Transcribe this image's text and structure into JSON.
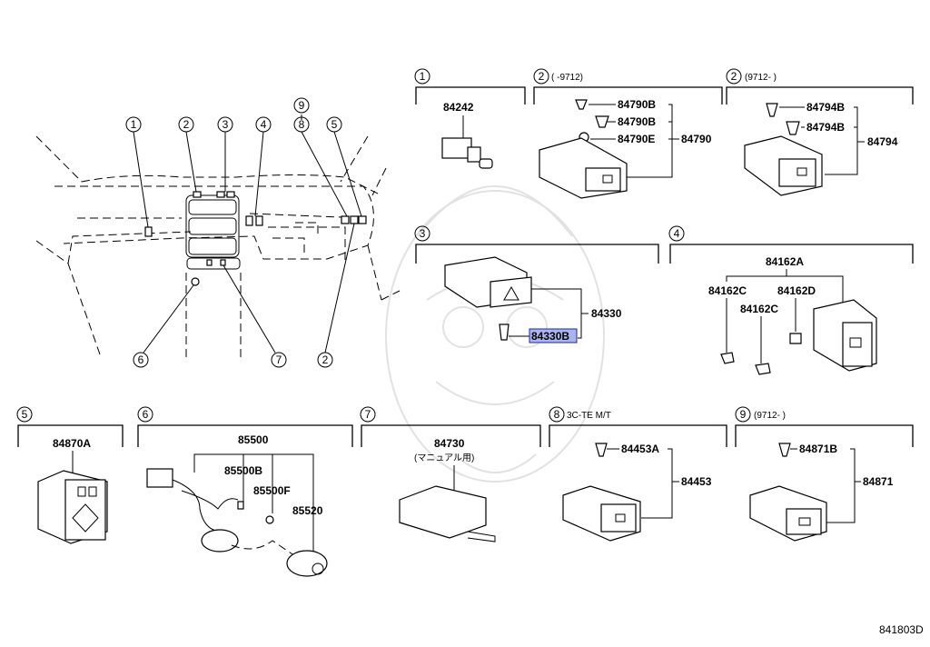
{
  "diagram_code": "841803D",
  "overview": {
    "callouts": [
      "1",
      "2",
      "3",
      "4",
      "9",
      "8",
      "5",
      "6",
      "7",
      "2"
    ]
  },
  "sections": {
    "s1": {
      "num": "1",
      "range": "",
      "parts": [
        "84242"
      ]
    },
    "s2a": {
      "num": "2",
      "range": "(      -9712)",
      "parts": [
        "84790B",
        "84790B",
        "84790E",
        "84790"
      ]
    },
    "s2b": {
      "num": "2",
      "range": "(9712-      )",
      "parts": [
        "84794B",
        "84794B",
        "84794"
      ]
    },
    "s3": {
      "num": "3",
      "range": "",
      "parts": [
        "84330",
        "84330B"
      ]
    },
    "s4": {
      "num": "4",
      "range": "",
      "parts": [
        "84162A",
        "84162C",
        "84162D",
        "84162C"
      ]
    },
    "s5": {
      "num": "5",
      "range": "",
      "parts": [
        "84870A"
      ]
    },
    "s6": {
      "num": "6",
      "range": "",
      "parts": [
        "85500",
        "85500B",
        "85500F",
        "85520"
      ]
    },
    "s7": {
      "num": "7",
      "range": "",
      "parts": [
        "84730"
      ],
      "note": "(マニュアル用)"
    },
    "s8": {
      "num": "8",
      "range": "3C-TE M/T",
      "parts": [
        "84453A",
        "84453"
      ]
    },
    "s9": {
      "num": "9",
      "range": "(9712-      )",
      "parts": [
        "84871B",
        "84871"
      ]
    }
  },
  "highlighted_part": "84330B",
  "colors": {
    "highlight": "#aab4ee",
    "highlight_border": "#1a2a9a",
    "line": "#000000",
    "watermark": "#e2e2e2"
  }
}
